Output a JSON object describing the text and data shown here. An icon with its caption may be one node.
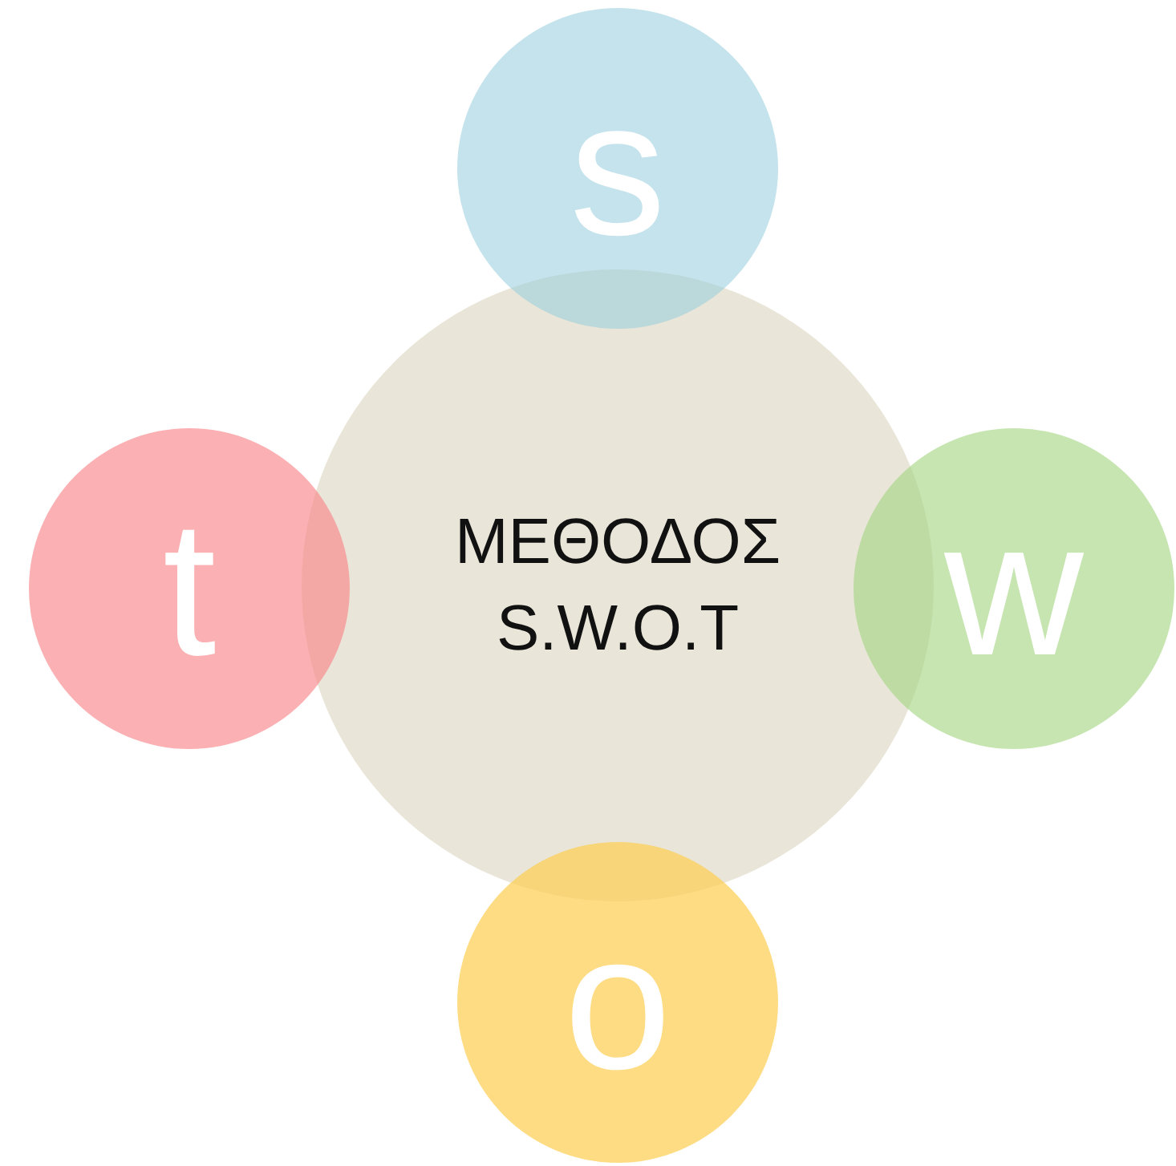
{
  "diagram": {
    "nodes": [
      {
        "text": [
          "s"
        ]
      },
      {
        "text": [
          "t"
        ]
      },
      {
        "text": [
          "ΜΕΘΟΔΟΣ S.W.O.T"
        ]
      },
      {
        "text": [
          "w"
        ]
      },
      {
        "text": [
          "o"
        ]
      }
    ]
  }
}
